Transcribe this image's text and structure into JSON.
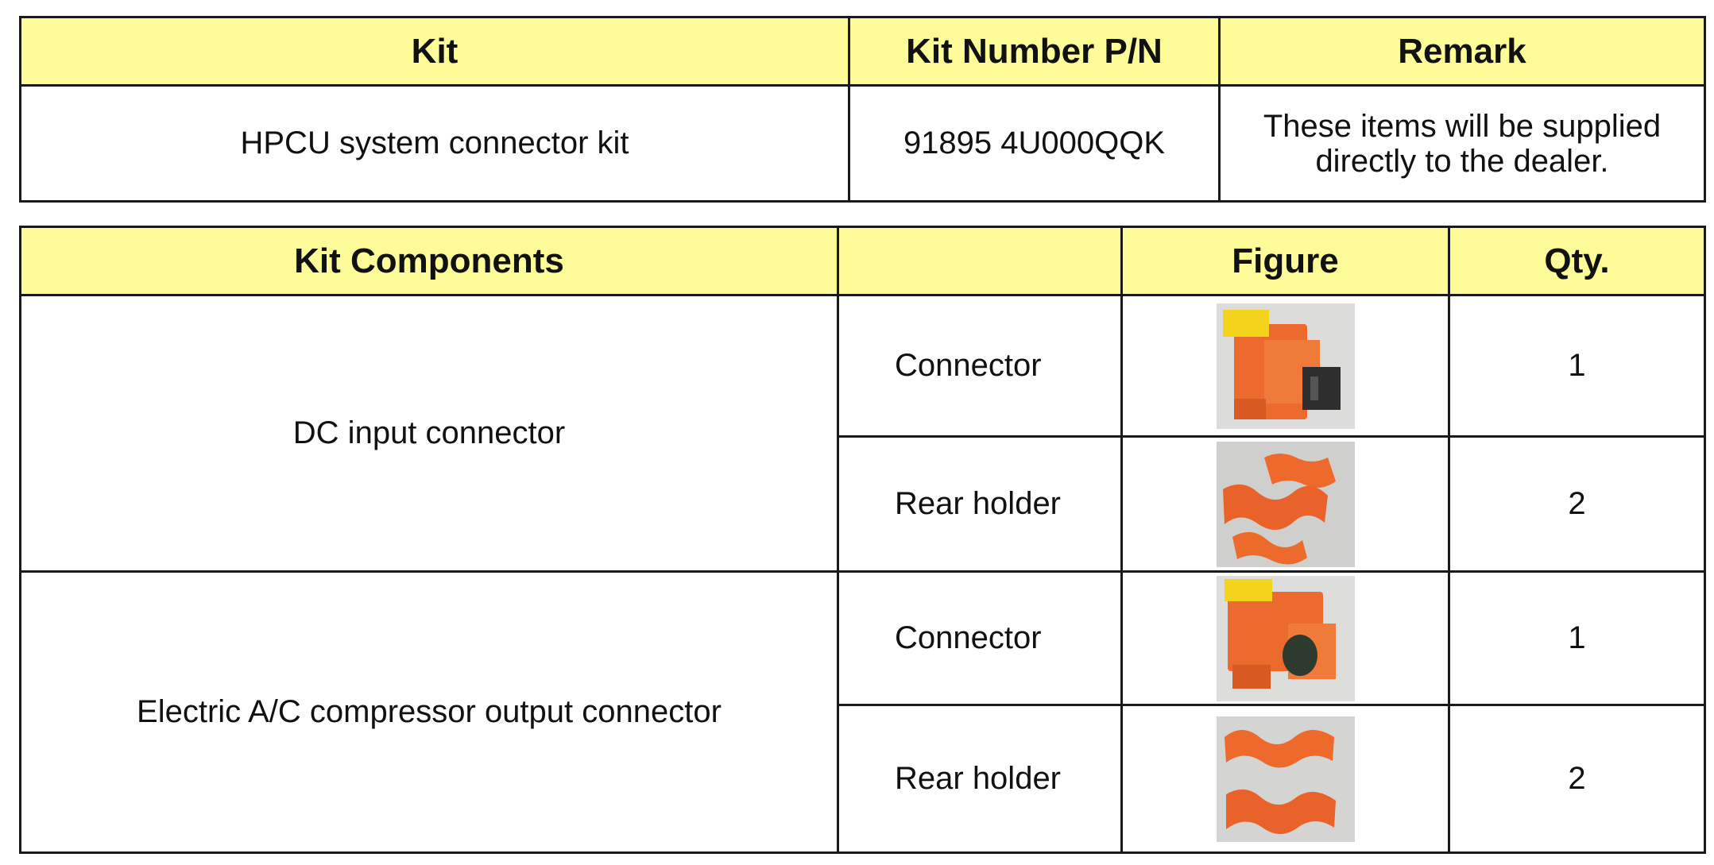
{
  "kit_table": {
    "headers": [
      "Kit",
      "Kit Number P/N",
      "Remark"
    ],
    "row": {
      "kit": "HPCU system connector kit",
      "part_number": "91895 4U000QQK",
      "remark": "These items will be supplied directly to the dealer."
    }
  },
  "components_table": {
    "headers": [
      "Kit Components",
      "",
      "Figure",
      "Qty."
    ],
    "groups": [
      {
        "name": "DC input connector",
        "items": [
          {
            "part": "Connector",
            "figure": "orange-connector-photo",
            "qty": "1"
          },
          {
            "part": "Rear holder",
            "figure": "orange-rear-holder-photo",
            "qty": "2"
          }
        ]
      },
      {
        "name": "Electric A/C compressor output connector",
        "items": [
          {
            "part": "Connector",
            "figure": "orange-connector-photo",
            "qty": "1"
          },
          {
            "part": "Rear holder",
            "figure": "orange-rear-holder-photo",
            "qty": "2"
          }
        ]
      }
    ]
  },
  "colors": {
    "header_fill": "#fdfc98",
    "border": "#1a1a1a",
    "part_orange": "#ee6a2c",
    "latch_yellow": "#f2d21a"
  }
}
